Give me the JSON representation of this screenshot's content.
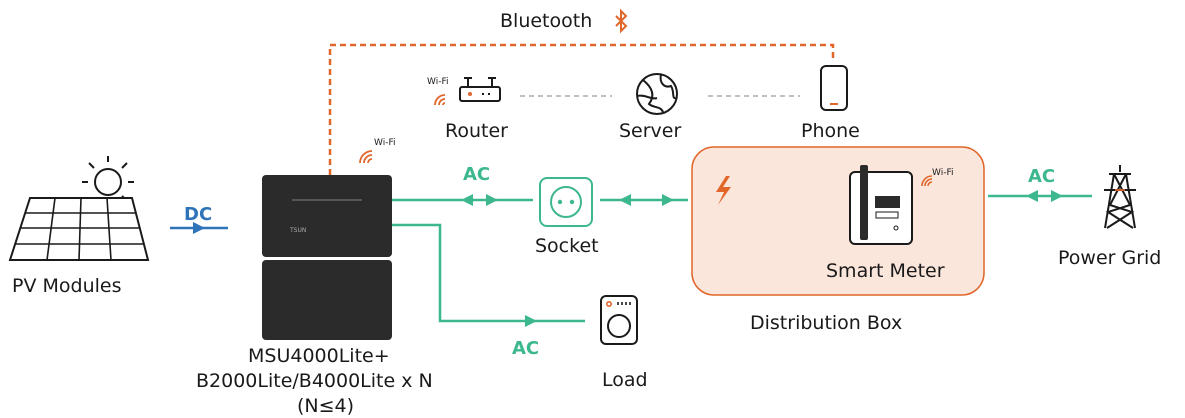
{
  "bluetooth": {
    "label": "Bluetooth"
  },
  "network": {
    "router_label": "Router",
    "server_label": "Server",
    "phone_label": "Phone",
    "wifi_tag": "Wi-Fi"
  },
  "pv": {
    "label": "PV Modules",
    "dc_label": "DC"
  },
  "inverter": {
    "line1": "MSU4000Lite+",
    "line2": "B2000Lite/B4000Lite x N",
    "line3": "(N≤4)",
    "brand": "TSUN",
    "wifi_tag": "Wi-Fi"
  },
  "socket": {
    "label": "Socket",
    "ac_label": "AC"
  },
  "load": {
    "label": "Load",
    "ac_label": "AC"
  },
  "distribution": {
    "label": "Distribution Box",
    "meter_label": "Smart Meter",
    "wifi_tag": "Wi-Fi"
  },
  "grid": {
    "label": "Power Grid",
    "ac_label": "AC"
  },
  "colors": {
    "orange": "#e0662a",
    "green": "#3db88e",
    "blue": "#2f73b8",
    "box_fill": "#fbe6dc",
    "device": "#2b2b2b"
  }
}
